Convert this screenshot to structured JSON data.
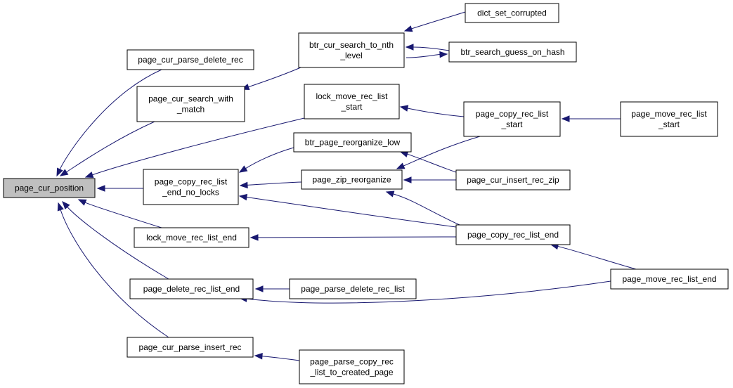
{
  "diagram": {
    "colors": {
      "edge": "#191970",
      "root_fill": "#bfbfbf",
      "node_fill": "#ffffff",
      "border": "#000000"
    },
    "nodes": [
      {
        "id": "root",
        "lines": [
          "page_cur_position"
        ],
        "root": true
      },
      {
        "id": "pcpdr",
        "lines": [
          "page_cur_parse_delete_rec"
        ]
      },
      {
        "id": "pcswm",
        "lines": [
          "page_cur_search_with",
          "_match"
        ]
      },
      {
        "id": "pcrlenl",
        "lines": [
          "page_copy_rec_list",
          "_end_no_locks"
        ]
      },
      {
        "id": "lmrle",
        "lines": [
          "lock_move_rec_list_end"
        ]
      },
      {
        "id": "pdrle",
        "lines": [
          "page_delete_rec_list_end"
        ]
      },
      {
        "id": "pcpir",
        "lines": [
          "page_cur_parse_insert_rec"
        ]
      },
      {
        "id": "bcstnl",
        "lines": [
          "btr_cur_search_to_nth",
          "_level"
        ]
      },
      {
        "id": "lmrls",
        "lines": [
          "lock_move_rec_list",
          "_start"
        ]
      },
      {
        "id": "bprl",
        "lines": [
          "btr_page_reorganize_low"
        ]
      },
      {
        "id": "pzr",
        "lines": [
          "page_zip_reorganize"
        ]
      },
      {
        "id": "ppdrl",
        "lines": [
          "page_parse_delete_rec_list"
        ]
      },
      {
        "id": "ppcrl",
        "lines": [
          "page_parse_copy_rec",
          "_list_to_created_page"
        ]
      },
      {
        "id": "dsc",
        "lines": [
          "dict_set_corrupted"
        ]
      },
      {
        "id": "bsgoh",
        "lines": [
          "btr_search_guess_on_hash"
        ]
      },
      {
        "id": "pcrls",
        "lines": [
          "page_copy_rec_list",
          "_start"
        ]
      },
      {
        "id": "pcirz",
        "lines": [
          "page_cur_insert_rec_zip"
        ]
      },
      {
        "id": "pcrle",
        "lines": [
          "page_copy_rec_list_end"
        ]
      },
      {
        "id": "pmrls",
        "lines": [
          "page_move_rec_list",
          "_start"
        ]
      },
      {
        "id": "pmrle",
        "lines": [
          "page_move_rec_list_end"
        ]
      }
    ],
    "edges": [
      {
        "from": "pcpdr",
        "to": "root"
      },
      {
        "from": "pcswm",
        "to": "root"
      },
      {
        "from": "lmrls",
        "to": "root"
      },
      {
        "from": "pcrlenl",
        "to": "root"
      },
      {
        "from": "lmrle",
        "to": "root"
      },
      {
        "from": "pdrle",
        "to": "root"
      },
      {
        "from": "pcpir",
        "to": "root"
      },
      {
        "from": "bcstnl",
        "to": "pcswm"
      },
      {
        "from": "dsc",
        "to": "bcstnl"
      },
      {
        "from": "bsgoh",
        "to": "bcstnl"
      },
      {
        "from": "bcstnl",
        "to": "bsgoh"
      },
      {
        "from": "pcrls",
        "to": "lmrls"
      },
      {
        "from": "pmrls",
        "to": "pcrls"
      },
      {
        "from": "bprl",
        "to": "pcrlenl"
      },
      {
        "from": "pzr",
        "to": "pcrlenl"
      },
      {
        "from": "pcrle",
        "to": "pcrlenl"
      },
      {
        "from": "pcirz",
        "to": "bprl"
      },
      {
        "from": "pcrls",
        "to": "pzr"
      },
      {
        "from": "pcirz",
        "to": "pzr"
      },
      {
        "from": "pcrle",
        "to": "pzr"
      },
      {
        "from": "pcrle",
        "to": "lmrle"
      },
      {
        "from": "pmrle",
        "to": "pcrle"
      },
      {
        "from": "ppdrl",
        "to": "pdrle"
      },
      {
        "from": "pmrle",
        "to": "pdrle"
      },
      {
        "from": "ppcrl",
        "to": "pcpir"
      }
    ]
  }
}
